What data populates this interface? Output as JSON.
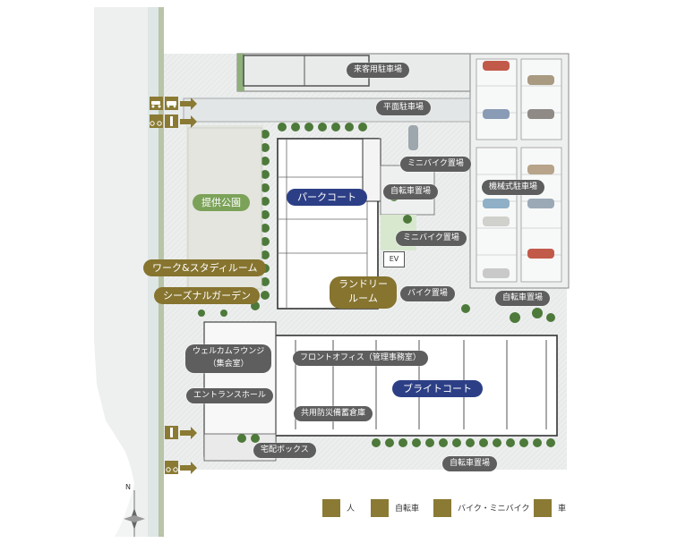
{
  "labels": {
    "visitor_parking": "来客用駐車場",
    "flat_parking": "平面駐車場",
    "mini_bike_parking_1": "ミニバイク置場",
    "bicycle_parking_1": "自転車置場",
    "mechanical_parking": "機械式駐車場",
    "mini_bike_parking_2": "ミニバイク置場",
    "bike_parking": "バイク置場",
    "bicycle_parking_2": "自転車置場",
    "welcome_lounge_line1": "ウェルカムラウンジ",
    "welcome_lounge_line2": "（集会室）",
    "front_office": "フロントオフィス（管理事務室）",
    "entrance_hall": "エントランスホール",
    "shared_storage": "共用防災備蓄倉庫",
    "delivery_box": "宅配ボックス",
    "bicycle_parking_3": "自転車置場"
  },
  "features": {
    "park": "提供公園",
    "work_study_room": "ワーク&スタディルーム",
    "seasonal_garden": "シーズナルガーデン",
    "laundry_line1": "ランドリー",
    "laundry_line2": "ルーム",
    "park_court": "パークコート",
    "bright_court": "ブライトコート",
    "elevator": "EV"
  },
  "north_mark": "N",
  "legend": [
    {
      "icon": "person-icon",
      "label": "人"
    },
    {
      "icon": "bicycle-icon",
      "label": "自転車"
    },
    {
      "icon": "motorbike-icon",
      "label": "バイク・ミニバイク"
    },
    {
      "icon": "car-icon",
      "label": "車"
    }
  ],
  "colors": {
    "gold": "#86742f",
    "park_green": "#7ba258",
    "court_blue": "#2c3f86",
    "label_gray": "#5e5e5e"
  }
}
